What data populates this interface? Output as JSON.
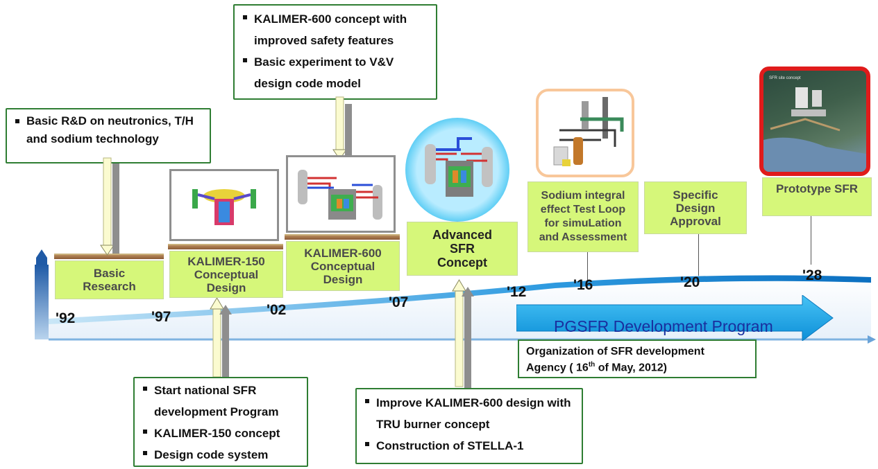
{
  "top_notes": {
    "basic_research": [
      "Basic R&D on neutronics, T/H and sodium technology"
    ],
    "kalimer600": [
      "KALIMER-600 concept with improved safety features",
      "Basic experiment to V&V design code model"
    ]
  },
  "bottom_notes": {
    "kalimer150": [
      "Start national SFR development Program",
      "KALIMER-150 concept",
      "Design code system"
    ],
    "advanced": [
      "Improve KALIMER-600 design with TRU burner concept",
      "Construction of STELLA-1"
    ]
  },
  "stages": {
    "basic": "Basic\nResearch",
    "kalimer150": "KALIMER-150\nConceptual\nDesign",
    "kalimer600": "KALIMER-600\nConceptual\nDesign",
    "advanced": "Advanced\nSFR\nConcept",
    "stella": "Sodium integral\neffect Test Loop\nfor simuLation\nand Assessment",
    "approval": "Specific\nDesign\nApproval",
    "prototype": "Prototype SFR"
  },
  "years": [
    "'92",
    "'97",
    "'02",
    "'07",
    "'12",
    "'16",
    "'20",
    "'28"
  ],
  "program": {
    "arrow_label": "PGSFR Development Program",
    "org_line1": "Organization of SFR development",
    "org_line2_pre": "Agency ( 16",
    "org_sup": "th",
    "org_line2_post": " of May, 2012)"
  },
  "image_caption": "SFR site concept",
  "colors": {
    "note_border": "#2e7d32",
    "stage_fill": "#d6f77a",
    "arrow_blue": "#1aa3e8",
    "arrow_text": "#1a2f9e"
  }
}
